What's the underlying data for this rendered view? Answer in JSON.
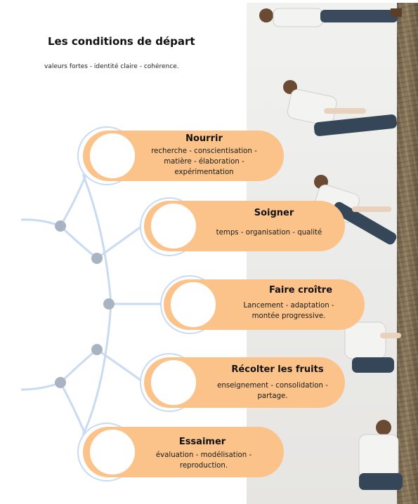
{
  "header": {
    "title": "Les conditions de départ",
    "subtitle": "valeurs fortes - identité claire - cohérence."
  },
  "stages": [
    {
      "title": "Nourrir",
      "text": "recherche - conscientisation - matière - élaboration - expérimentation"
    },
    {
      "title": "Soigner",
      "text": "temps - organisation - qualité"
    },
    {
      "title": "Faire croître",
      "text": "Lancement - adaptation - montée progressive."
    },
    {
      "title": "Récolter les fruits",
      "text": "enseignement - consolidation - partage."
    },
    {
      "title": "Essaimer",
      "text": "évaluation - modélisation - reproduction."
    }
  ],
  "colors": {
    "pill": "#fbc38a",
    "branch": "#c9daf3",
    "node": "#a9b3c1"
  }
}
